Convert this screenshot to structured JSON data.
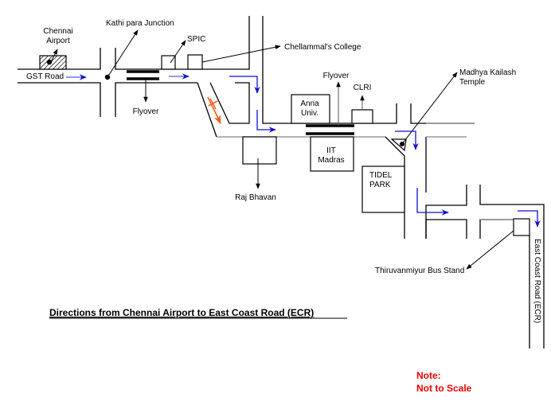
{
  "map": {
    "title": "Directions from Chennai Airport  to East Coast Road (ECR)",
    "note": {
      "line1": "Note:",
      "line2": "Not to Scale",
      "color": "#ee0000"
    },
    "route_color": "#1010cc",
    "blocked_route_color": "#f06020",
    "landmarks": {
      "airport": {
        "line1": "Chennai",
        "line2": "Airport"
      },
      "kathipara": "Kathi para Junction",
      "spic": "SPIC",
      "chellammal": "Chellammal's College",
      "flyover1": "Flyover",
      "flyover2": "Flyover",
      "clri": "CLRI",
      "madhya": {
        "line1": "Madhya Kailash",
        "line2": "Temple"
      },
      "anna": {
        "line1": "Anna",
        "line2": "Univ."
      },
      "iit": {
        "line1": "IIT",
        "line2": "Madras"
      },
      "rajbhavan": "Raj Bhavan",
      "tidel": {
        "line1": "TIDEL",
        "line2": "PARK"
      },
      "busstand": "Thiruvanmiyur Bus Stand"
    },
    "roads": {
      "gst": "GST Road",
      "ecr": "East Coast Road (ECR)"
    }
  }
}
